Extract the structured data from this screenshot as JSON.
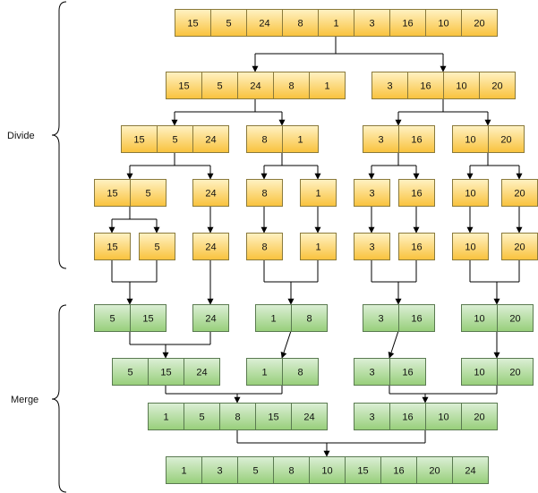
{
  "labels": {
    "divide": "Divide",
    "merge": "Merge"
  },
  "colors": {
    "divide_fill_top": "#FFF2C4",
    "divide_fill_bottom": "#F9C23C",
    "divide_stroke": "#8A7A3C",
    "merge_fill_top": "#DCEFD6",
    "merge_fill_bottom": "#97CF7A",
    "merge_stroke": "#5A7A50",
    "line": "#000000"
  },
  "arrays": [
    {
      "phase": "divide",
      "level": 0,
      "values": [
        "15",
        "5",
        "24",
        "8",
        "1",
        "3",
        "16",
        "10",
        "20"
      ]
    },
    {
      "phase": "divide",
      "level": 1,
      "values": [
        "15",
        "5",
        "24",
        "8",
        "1"
      ]
    },
    {
      "phase": "divide",
      "level": 1,
      "values": [
        "3",
        "16",
        "10",
        "20"
      ]
    },
    {
      "phase": "divide",
      "level": 2,
      "values": [
        "15",
        "5",
        "24"
      ]
    },
    {
      "phase": "divide",
      "level": 2,
      "values": [
        "8",
        "1"
      ]
    },
    {
      "phase": "divide",
      "level": 2,
      "values": [
        "3",
        "16"
      ]
    },
    {
      "phase": "divide",
      "level": 2,
      "values": [
        "10",
        "20"
      ]
    },
    {
      "phase": "divide",
      "level": 3,
      "values": [
        "15",
        "5"
      ]
    },
    {
      "phase": "divide",
      "level": 3,
      "values": [
        "24"
      ]
    },
    {
      "phase": "divide",
      "level": 3,
      "values": [
        "8"
      ]
    },
    {
      "phase": "divide",
      "level": 3,
      "values": [
        "1"
      ]
    },
    {
      "phase": "divide",
      "level": 3,
      "values": [
        "3"
      ]
    },
    {
      "phase": "divide",
      "level": 3,
      "values": [
        "16"
      ]
    },
    {
      "phase": "divide",
      "level": 3,
      "values": [
        "10"
      ]
    },
    {
      "phase": "divide",
      "level": 3,
      "values": [
        "20"
      ]
    },
    {
      "phase": "divide",
      "level": 4,
      "values": [
        "15"
      ]
    },
    {
      "phase": "divide",
      "level": 4,
      "values": [
        "5"
      ]
    },
    {
      "phase": "divide",
      "level": 4,
      "values": [
        "24"
      ]
    },
    {
      "phase": "divide",
      "level": 4,
      "values": [
        "8"
      ]
    },
    {
      "phase": "divide",
      "level": 4,
      "values": [
        "1"
      ]
    },
    {
      "phase": "divide",
      "level": 4,
      "values": [
        "3"
      ]
    },
    {
      "phase": "divide",
      "level": 4,
      "values": [
        "16"
      ]
    },
    {
      "phase": "divide",
      "level": 4,
      "values": [
        "10"
      ]
    },
    {
      "phase": "divide",
      "level": 4,
      "values": [
        "20"
      ]
    },
    {
      "phase": "merge",
      "level": 5,
      "values": [
        "5",
        "15"
      ]
    },
    {
      "phase": "merge",
      "level": 5,
      "values": [
        "24"
      ]
    },
    {
      "phase": "merge",
      "level": 5,
      "values": [
        "1",
        "8"
      ]
    },
    {
      "phase": "merge",
      "level": 5,
      "values": [
        "3",
        "16"
      ]
    },
    {
      "phase": "merge",
      "level": 5,
      "values": [
        "10",
        "20"
      ]
    },
    {
      "phase": "merge",
      "level": 6,
      "values": [
        "5",
        "15",
        "24"
      ]
    },
    {
      "phase": "merge",
      "level": 6,
      "values": [
        "1",
        "8"
      ]
    },
    {
      "phase": "merge",
      "level": 6,
      "values": [
        "3",
        "16"
      ]
    },
    {
      "phase": "merge",
      "level": 6,
      "values": [
        "10",
        "20"
      ]
    },
    {
      "phase": "merge",
      "level": 7,
      "values": [
        "1",
        "5",
        "8",
        "15",
        "24"
      ]
    },
    {
      "phase": "merge",
      "level": 7,
      "values": [
        "3",
        "16",
        "10",
        "20"
      ]
    },
    {
      "phase": "merge",
      "level": 8,
      "values": [
        "1",
        "3",
        "5",
        "8",
        "10",
        "15",
        "16",
        "20",
        "24"
      ]
    }
  ]
}
